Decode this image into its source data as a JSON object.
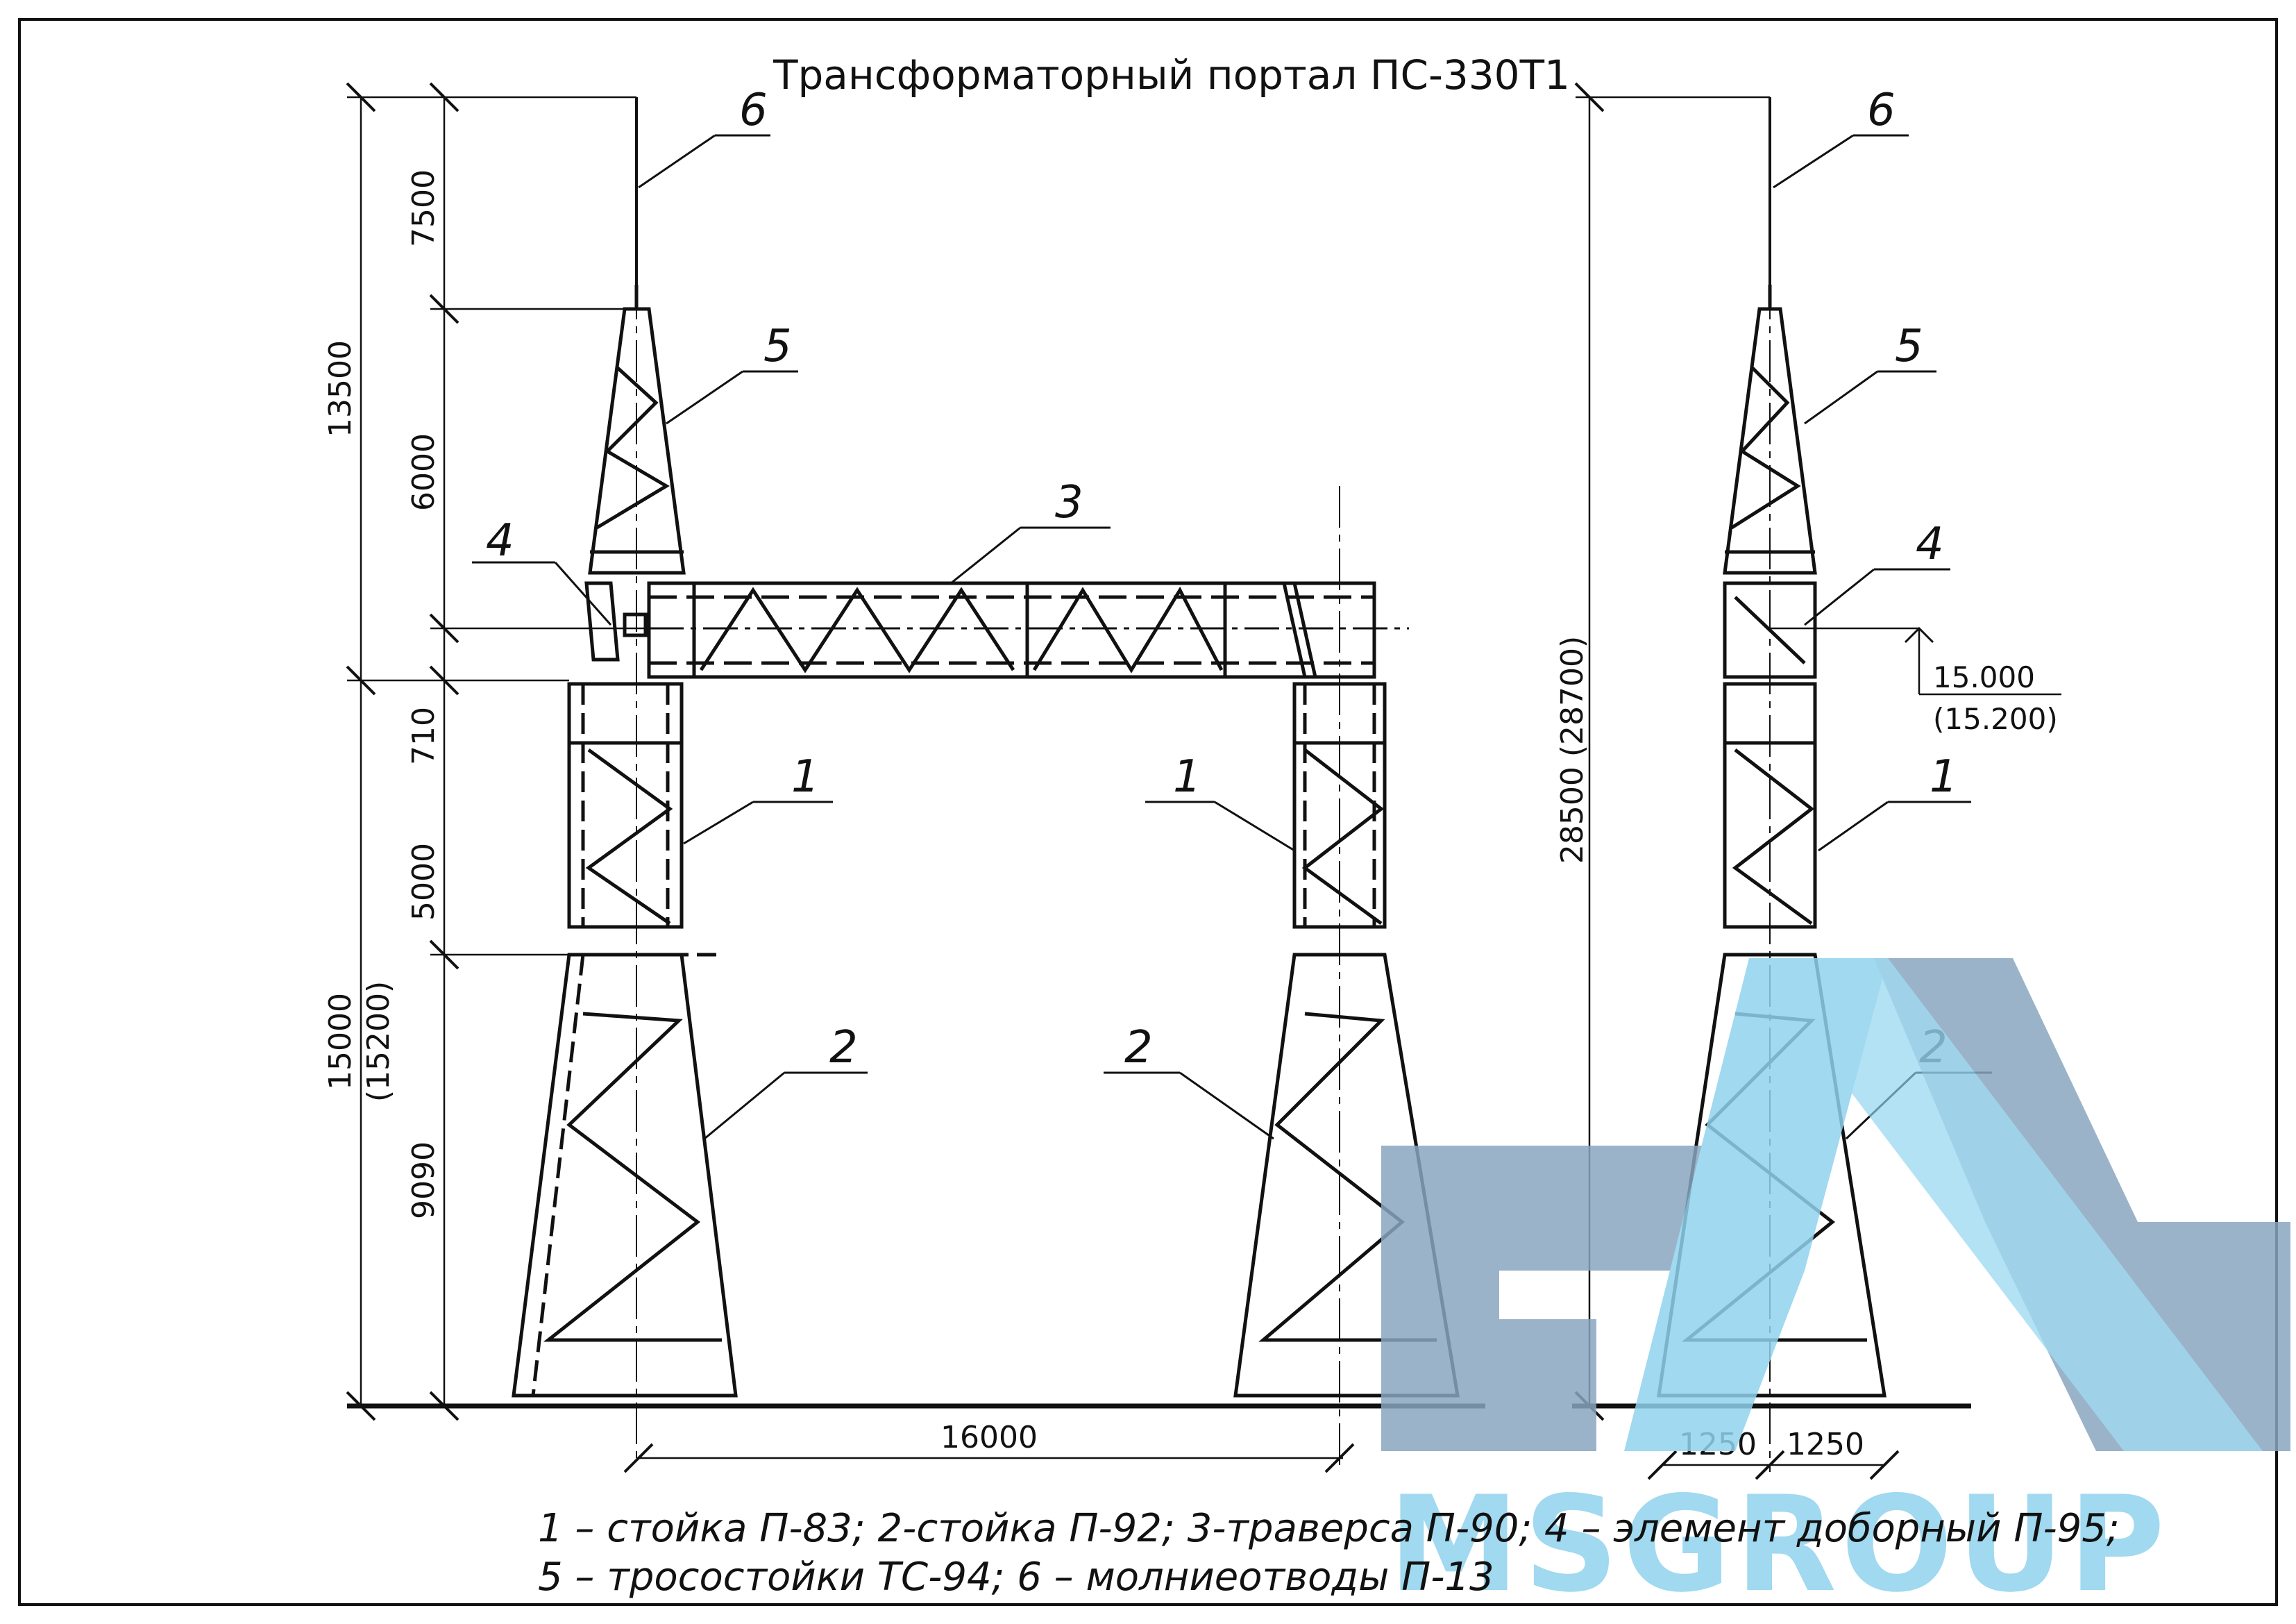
{
  "title": "Трансформаторный портал ПС-330Т1",
  "callouts": {
    "c1": "1",
    "c2": "2",
    "c3": "3",
    "c4": "4",
    "c5": "5",
    "c6": "6"
  },
  "dimensions": {
    "d7500": "7500",
    "d13500": "13500",
    "d6000": "6000",
    "d710": "710",
    "d5000": "5000",
    "d15000": "15000",
    "d15200": "(15200)",
    "d9090": "9090",
    "d16000": "16000",
    "d28500": "28500 (28700)",
    "d1250": "1250"
  },
  "elevation_mark": {
    "value": "15.000",
    "alt": "(15.200)"
  },
  "legend": {
    "line1": "1 – стойка П-83; 2-стойка П-92; 3-траверса П-90; 4 – элемент доборный П-95;",
    "line2": "5 – тросостойки ТС-94; 6 – молниеотводы П-13"
  },
  "watermark": {
    "text": "MSGROUP",
    "color_light": "#8fd3ee",
    "color_dark": "#8aa6c0"
  },
  "colors": {
    "line": "#111111",
    "frame": "#111111"
  }
}
